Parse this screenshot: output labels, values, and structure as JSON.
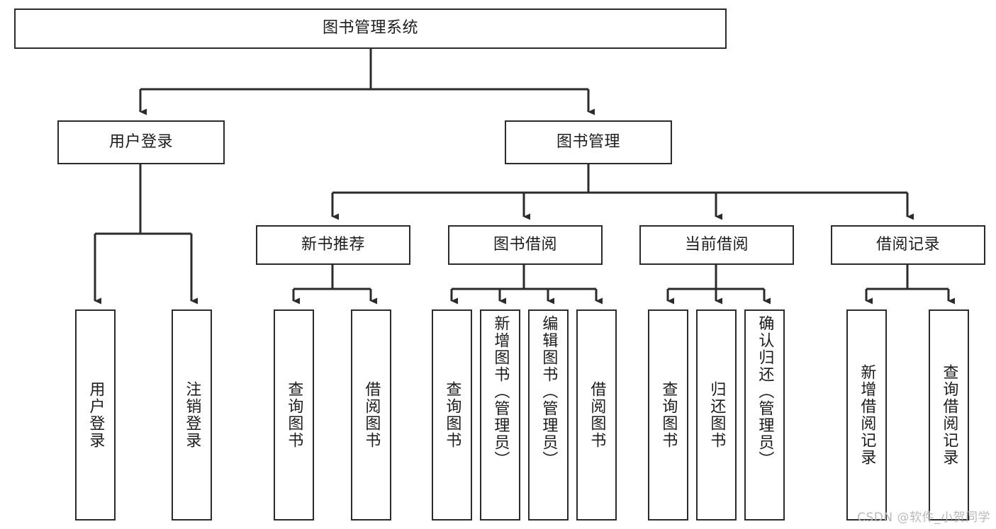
{
  "diagram": {
    "title": "图书管理系统",
    "type": "tree",
    "watermark": "CSDN @软件_小贺同学",
    "colors": {
      "border": "#2b2b2b",
      "fill": "#ffffff",
      "text": "#1c1c1c",
      "edge": "#2b2b2b",
      "background": "#ffffff",
      "watermark": "#b9b9b9"
    },
    "root": {
      "label": "图书管理系统"
    },
    "level1": [
      {
        "label": "用户登录"
      },
      {
        "label": "图书管理"
      }
    ],
    "level2": [
      {
        "label": "新书推荐"
      },
      {
        "label": "图书借阅"
      },
      {
        "label": "当前借阅"
      },
      {
        "label": "借阅记录"
      }
    ],
    "leaves": {
      "user_login": [
        {
          "label": "用户登录"
        },
        {
          "label": "注销登录"
        }
      ],
      "new_book_recommend": [
        {
          "label": "查询图书"
        },
        {
          "label": "借阅图书"
        }
      ],
      "book_borrow": [
        {
          "label": "查询图书"
        },
        {
          "label": "新增图书（管理员）"
        },
        {
          "label": "编辑图书（管理员）"
        },
        {
          "label": "借阅图书"
        }
      ],
      "current_borrow": [
        {
          "label": "查询图书"
        },
        {
          "label": "归还图书"
        },
        {
          "label": "确认归还（管理员）"
        }
      ],
      "borrow_record": [
        {
          "label": "新增借阅记录"
        },
        {
          "label": "查询借阅记录"
        }
      ]
    }
  }
}
